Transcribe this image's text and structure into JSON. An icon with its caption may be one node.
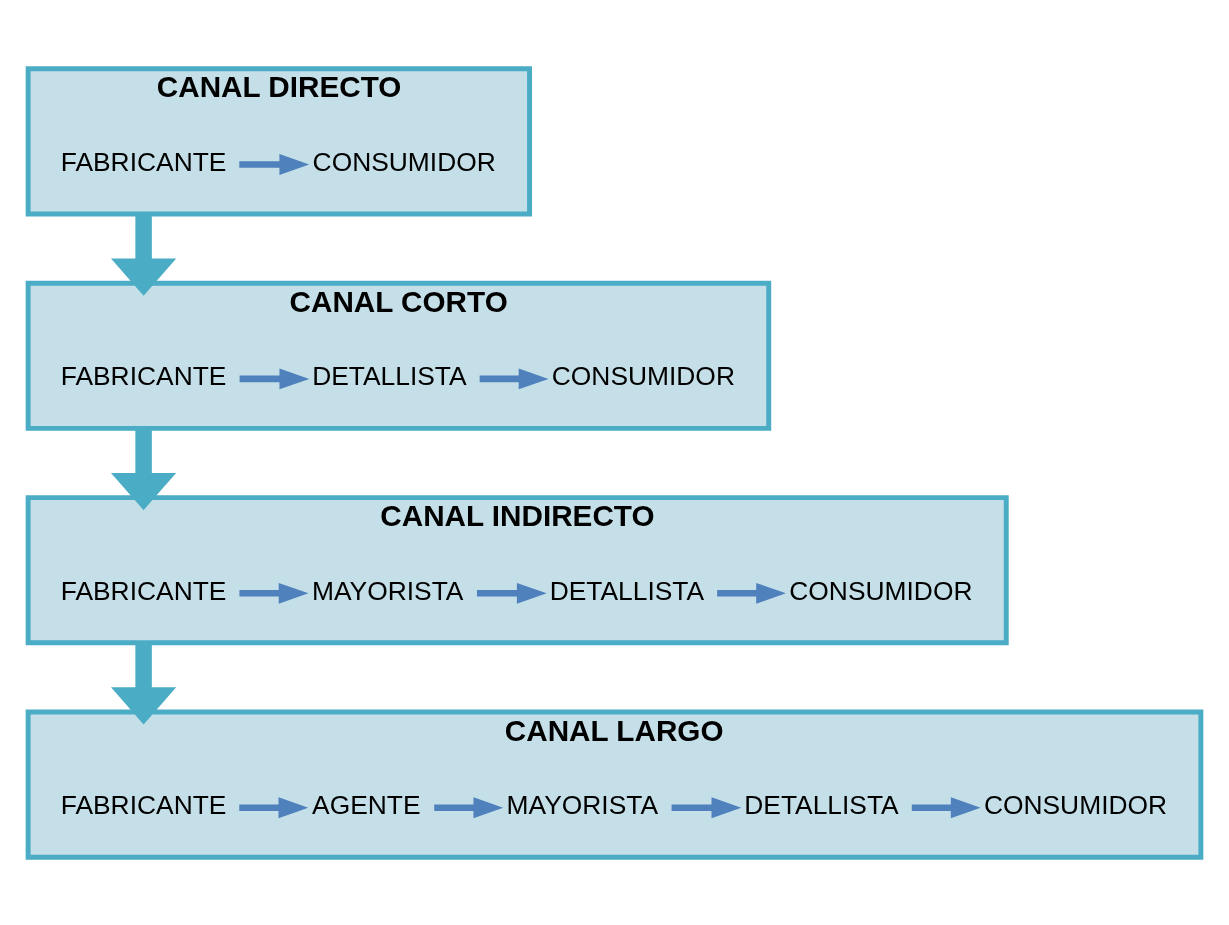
{
  "diagram": {
    "nodes": [
      {
        "text": [
          "CANAL DIRECTO"
        ]
      },
      {
        "text": [
          "FABRICANTE"
        ],
        "in": 0
      },
      {
        "text": [
          "CONSUMIDOR"
        ],
        "in": 0
      },
      {
        "text": [
          "CANAL CORTO"
        ]
      },
      {
        "text": [
          "FABRICANTE"
        ],
        "in": 3
      },
      {
        "text": [
          "DETALLISTA"
        ],
        "in": 3
      },
      {
        "text": [
          "CONSUMIDOR"
        ],
        "in": 3
      },
      {
        "text": [
          "CANAL INDIRECTO"
        ]
      },
      {
        "text": [
          "FABRICANTE"
        ],
        "in": 7
      },
      {
        "text": [
          "MAYORISTA"
        ],
        "in": 7
      },
      {
        "text": [
          "DETALLISTA"
        ],
        "in": 7
      },
      {
        "text": [
          "CONSUMIDOR"
        ],
        "in": 7
      },
      {
        "text": [
          "CANAL LARGO"
        ]
      },
      {
        "text": [
          "FABRICANTE"
        ],
        "in": 12
      },
      {
        "text": [
          "AGENTE"
        ],
        "in": 12
      },
      {
        "text": [
          "MAYORISTA"
        ],
        "in": 12
      },
      {
        "text": [
          "DETALLISTA"
        ],
        "in": 12
      },
      {
        "text": [
          "CONSUMIDOR"
        ],
        "in": 12
      }
    ],
    "edges": [
      {
        "from": 1,
        "to": 2,
        "arrow": "to"
      },
      {
        "from": 0,
        "to": 3,
        "arrow": "to",
        "style": "thick",
        "color": "#4bacc6"
      },
      {
        "from": 4,
        "to": 5,
        "arrow": "to"
      },
      {
        "from": 5,
        "to": 6,
        "arrow": "to"
      },
      {
        "from": 3,
        "to": 7,
        "arrow": "to",
        "style": "thick",
        "color": "#4bacc6"
      },
      {
        "from": 8,
        "to": 9,
        "arrow": "to"
      },
      {
        "from": 9,
        "to": 10,
        "arrow": "to"
      },
      {
        "from": 10,
        "to": 11,
        "arrow": "to"
      },
      {
        "from": 7,
        "to": 12,
        "arrow": "to",
        "style": "thick",
        "color": "#4bacc6"
      },
      {
        "from": 13,
        "to": 14,
        "arrow": "to"
      },
      {
        "from": 14,
        "to": 15,
        "arrow": "to"
      },
      {
        "from": 15,
        "to": 16,
        "arrow": "to"
      },
      {
        "from": 16,
        "to": 17,
        "arrow": "to"
      }
    ]
  }
}
